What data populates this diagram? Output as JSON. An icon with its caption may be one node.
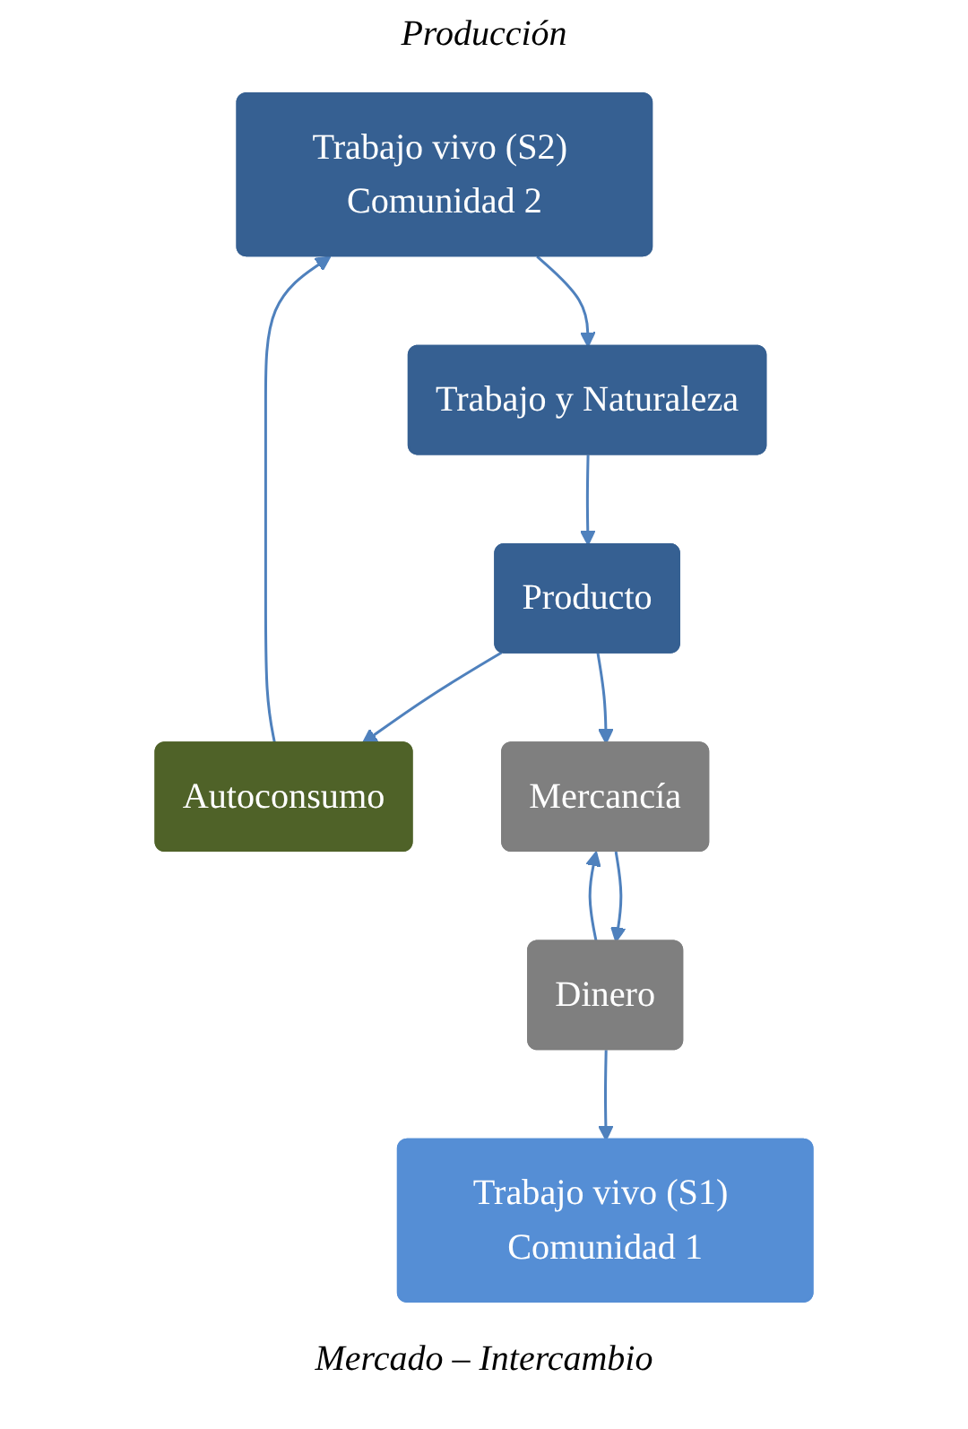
{
  "diagram": {
    "nodes": [
      {
        "text": [
          "Trabajo vivo (S2) Comunidad 2"
        ]
      },
      {
        "text": [
          "Trabajo y Naturaleza"
        ]
      },
      {
        "text": [
          "Producto"
        ]
      },
      {
        "text": [
          "Autoconsumo"
        ]
      },
      {
        "text": [
          "Trabajo vivo (S1) Comunidad 1"
        ]
      },
      {
        "text": [
          "Mercancía"
        ]
      },
      {
        "text": [
          "Dinero"
        ]
      }
    ],
    "edges": [
      {
        "from": 0,
        "to": 1,
        "arrow": "to"
      },
      {
        "from": 1,
        "to": 2,
        "arrow": "to"
      },
      {
        "from": 2,
        "to": 3,
        "arrow": "to"
      },
      {
        "from": 3,
        "to": 0,
        "arrow": "to"
      },
      {
        "from": 2,
        "to": 5,
        "arrow": "to"
      },
      {
        "from": 5,
        "to": 6,
        "arrow": "to"
      },
      {
        "from": 6,
        "to": 5,
        "arrow": "to"
      },
      {
        "from": 6,
        "to": 4,
        "arrow": "to"
      }
    ],
    "labels": [
      "Producción",
      "Mercado – Intercambio"
    ]
  }
}
